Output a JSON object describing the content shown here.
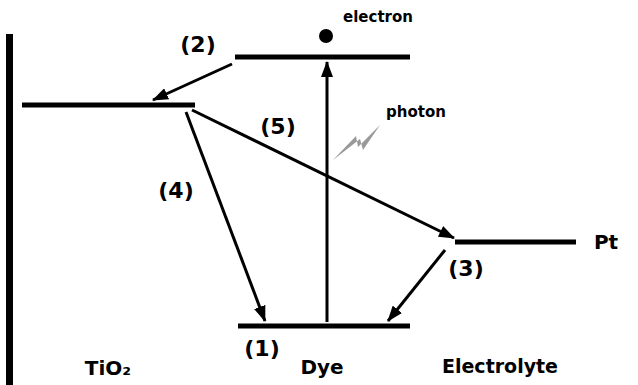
{
  "diagram": {
    "nodes": [
      {
        "text": [
          "TiO₂"
        ]
      },
      {
        "text": [
          "Pt"
        ]
      }
    ],
    "labels": [
      "(2)",
      "electron",
      "(5)",
      "photon",
      "(4)",
      "(3)",
      "(1)",
      "Dye",
      "Electrolyte"
    ]
  }
}
